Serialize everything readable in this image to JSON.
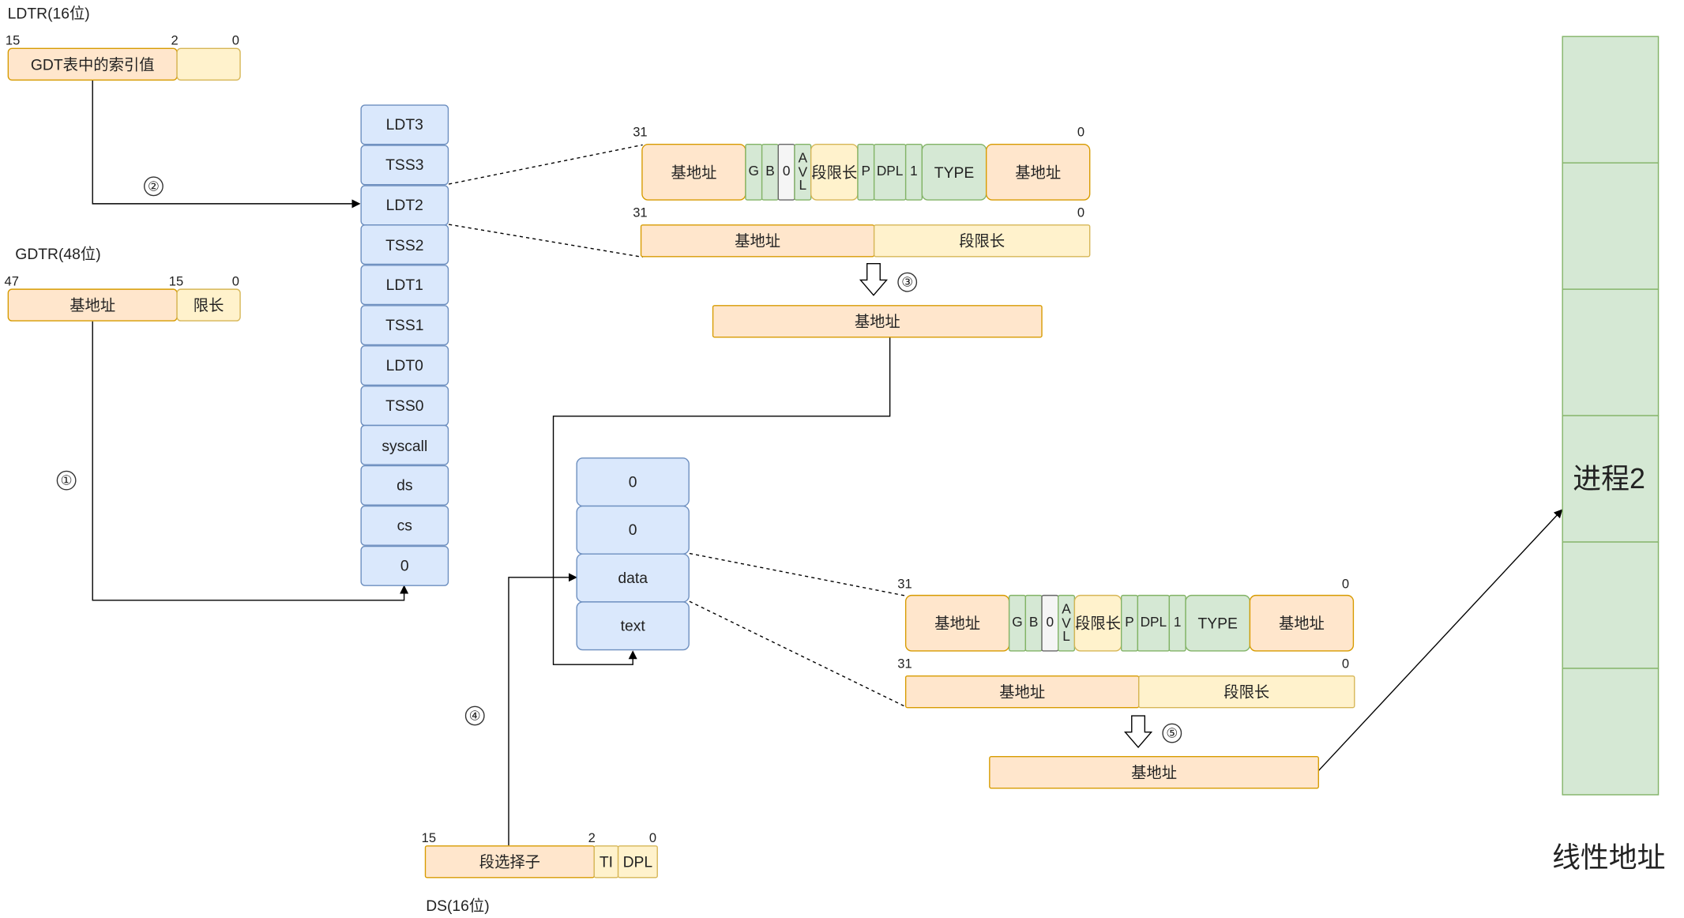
{
  "ldtr": {
    "title": "LDTR(16位)",
    "bit_hi": "15",
    "bit_mid": "2",
    "bit_lo": "0",
    "index_field": "GDT表中的索引值"
  },
  "gdtr": {
    "title": "GDTR(48位)",
    "bit_hi": "47",
    "bit_mid": "15",
    "bit_lo": "0",
    "base": "基地址",
    "limit": "限长"
  },
  "gdt_entries": [
    "LDT3",
    "TSS3",
    "LDT2",
    "TSS2",
    "LDT1",
    "TSS1",
    "LDT0",
    "TSS0",
    "syscall",
    "ds",
    "cs",
    "0"
  ],
  "descriptor": {
    "bit_hi": "31",
    "bit_lo": "0",
    "high": {
      "base_a": "基地址",
      "g": "G",
      "b": "B",
      "zero": "0",
      "avl": "A\nV\nL",
      "limit": "段限长",
      "p": "P",
      "dpl": "DPL",
      "one": "1",
      "type": "TYPE",
      "base_b": "基地址"
    },
    "low": {
      "base": "基地址",
      "limit": "段限长"
    },
    "result_base": "基地址"
  },
  "ldt_entries": [
    "0",
    "0",
    "data",
    "text"
  ],
  "selector": {
    "title": "DS(16位)",
    "bit_hi": "15",
    "bit_mid": "2",
    "bit_lo": "0",
    "index": "段选择子",
    "ti": "TI",
    "dpl": "DPL"
  },
  "steps": [
    "①",
    "②",
    "③",
    "④",
    "⑤"
  ],
  "linear": {
    "process": "进程2",
    "label": "线性地址"
  }
}
